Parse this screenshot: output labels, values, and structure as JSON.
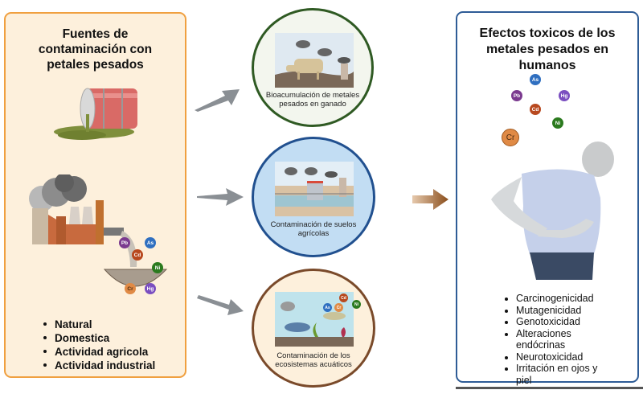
{
  "left_panel": {
    "title_lines": [
      "Fuentes de",
      "contaminación con",
      "petales pesados"
    ],
    "sources": [
      "Natural",
      "Domestica",
      "Actividad agricola",
      "Actividad industrial"
    ],
    "illustrations": [
      "spilled-barrel",
      "factory-with-discharge"
    ],
    "metals": [
      "Pb",
      "As",
      "Cd",
      "Ni",
      "Cr",
      "Hg"
    ]
  },
  "pathways": [
    {
      "label_lines": [
        "Bioacumulación de metales",
        "pesados en ganado"
      ],
      "border_color": "#2f5a23"
    },
    {
      "label_lines": [
        "Contaminación de suelos",
        "agrícolas"
      ],
      "border_color": "#21508f"
    },
    {
      "label_lines": [
        "Contaminación de los",
        "ecosistemas acuáticos"
      ],
      "border_color": "#7a4a2a",
      "metals": [
        "As",
        "Cr",
        "Cd",
        "Ni"
      ]
    }
  ],
  "right_panel": {
    "title_lines": [
      "Efectos toxicos de los",
      "metales pesados en",
      "humanos"
    ],
    "metals": [
      "As",
      "Pb",
      "Hg",
      "Cd",
      "Ni",
      "Cr"
    ],
    "effects": [
      [
        "Carcinogenicidad"
      ],
      [
        "Mutagenicidad"
      ],
      [
        "Genotoxicidad"
      ],
      [
        "Alteraciones",
        "endócrinas"
      ],
      [
        "Neurotoxicidad"
      ],
      [
        "Irritación en ojos y",
        "piel"
      ]
    ]
  },
  "colors": {
    "left_border": "#f0a040",
    "right_border": "#2e5c96",
    "arrow_gray": "#8a8f94",
    "arrow_brown": "#8a4e1c",
    "Pb": "#7b3a8f",
    "As": "#2f6fc0",
    "Cd": "#b8491f",
    "Ni": "#2b7a1e",
    "Cr": "#e08a45",
    "Hg": "#7a4ec0"
  }
}
